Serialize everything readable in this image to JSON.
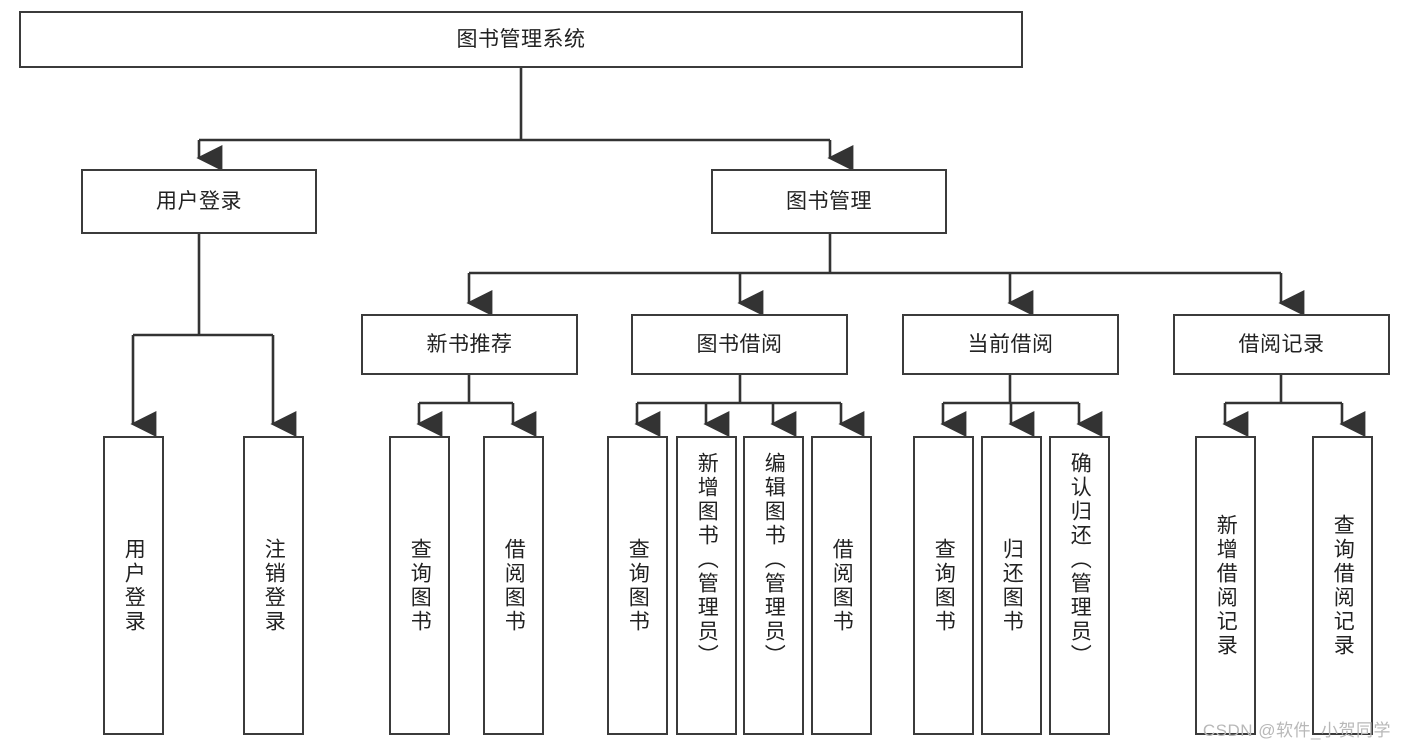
{
  "diagram": {
    "title": "图书管理系统",
    "type": "tree-hierarchy",
    "watermark": "CSDN @软件_小贺同学",
    "colors": {
      "box_border": "#3b3b3b",
      "box_fill": "#ffffff",
      "connector": "#333333",
      "text": "#222222",
      "watermark": "#b8b8b8"
    },
    "nodes": {
      "root": {
        "label": "图书管理系统"
      },
      "level1": [
        {
          "label": "用户登录"
        },
        {
          "label": "图书管理"
        }
      ],
      "level2": [
        {
          "label": "新书推荐"
        },
        {
          "label": "图书借阅"
        },
        {
          "label": "当前借阅"
        },
        {
          "label": "借阅记录"
        }
      ],
      "leaves": {
        "user_login": [
          {
            "label": "用户登录"
          },
          {
            "label": "注销登录"
          }
        ],
        "new_book": [
          {
            "label": "查询图书"
          },
          {
            "label": "借阅图书"
          }
        ],
        "book_borrow": [
          {
            "label": "查询图书"
          },
          {
            "label": "新增图书（管理员）"
          },
          {
            "label": "编辑图书（管理员）"
          },
          {
            "label": "借阅图书"
          }
        ],
        "current_borrow": [
          {
            "label": "查询图书"
          },
          {
            "label": "归还图书"
          },
          {
            "label": "确认归还（管理员）"
          }
        ],
        "borrow_record": [
          {
            "label": "新增借阅记录"
          },
          {
            "label": "查询借阅记录"
          }
        ]
      }
    }
  }
}
